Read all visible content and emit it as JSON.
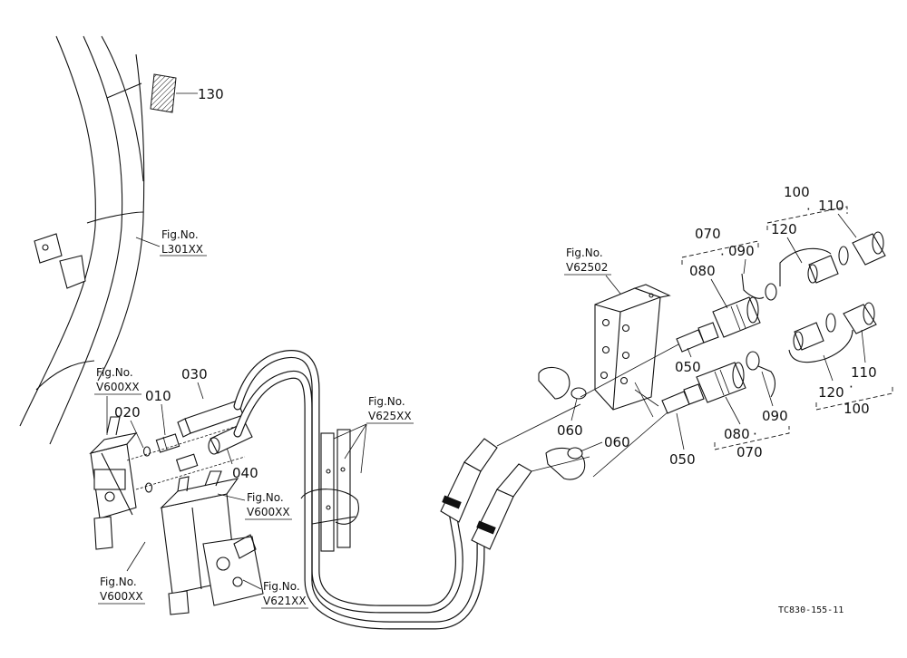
{
  "drawing_code": "TC830-155-11",
  "figure_refs": {
    "l301": {
      "line1": "Fig.No.",
      "line2": "L301XX"
    },
    "v62502": {
      "line1": "Fig.No.",
      "line2": "V62502"
    },
    "v625": {
      "line1": "Fig.No.",
      "line2": "V625XX"
    },
    "v600_top": {
      "line1": "Fig.No.",
      "line2": "V600XX"
    },
    "v600_mid": {
      "line1": "Fig.No.",
      "line2": "V600XX"
    },
    "v600_bot": {
      "line1": "Fig.No.",
      "line2": "V600XX"
    },
    "v621": {
      "line1": "Fig.No.",
      "line2": "V621XX"
    }
  },
  "parts": {
    "p010": "010",
    "p020": "020",
    "p030": "030",
    "p040": "040",
    "p050a": "050",
    "p050b": "050",
    "p060a": "060",
    "p060b": "060",
    "p070a": "070",
    "p070b": "070",
    "p080a": "080",
    "p080b": "080",
    "p090a": "090",
    "p090b": "090",
    "p100a": "100",
    "p100b": "100",
    "p110a": "110",
    "p110b": "110",
    "p120a": "120",
    "p120b": "120",
    "p130": "130"
  },
  "separators": {
    "dot": "·"
  }
}
